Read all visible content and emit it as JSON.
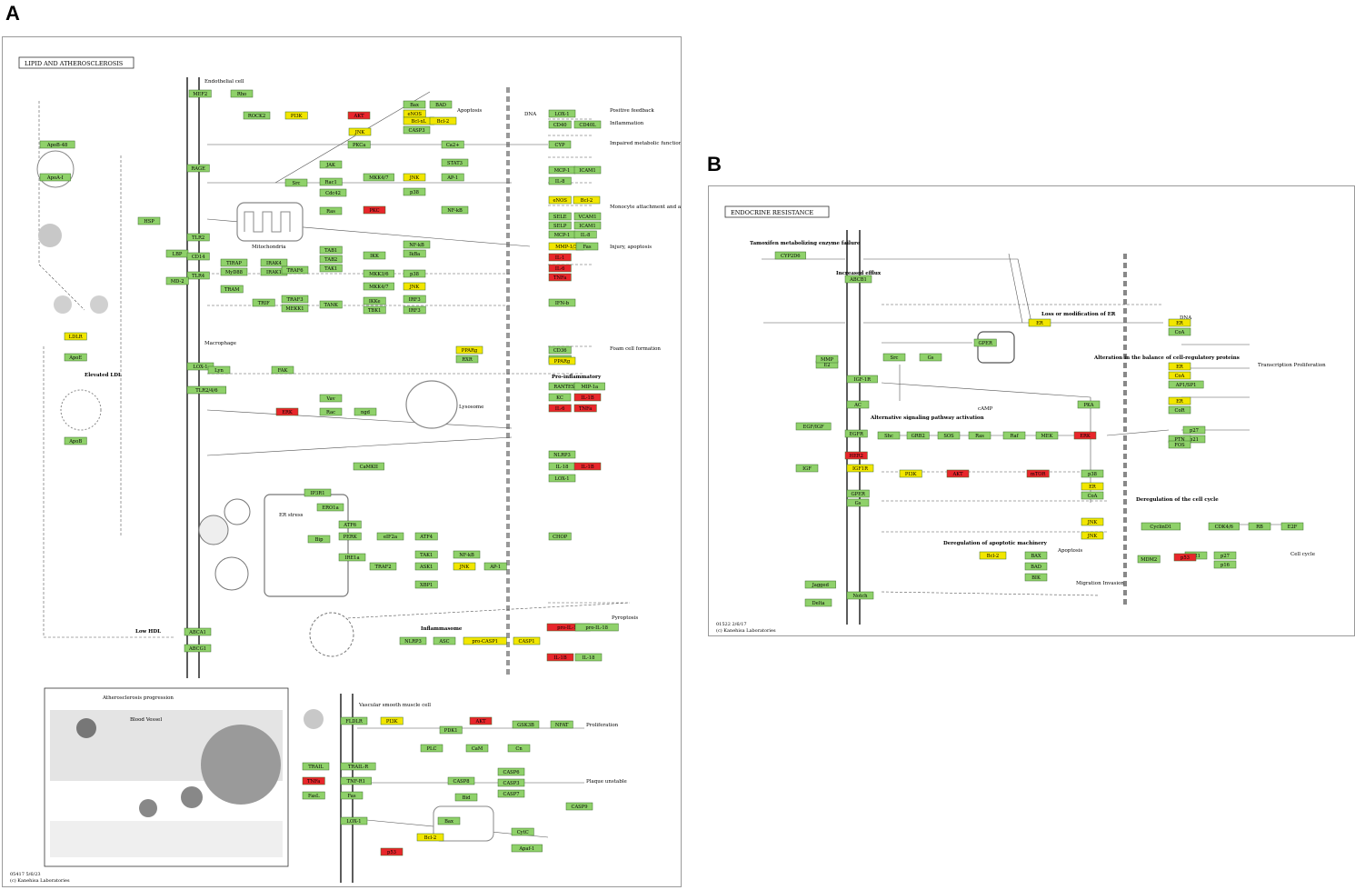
{
  "panels": {
    "a_letter": "A",
    "b_letter": "B"
  },
  "pathway_a": {
    "title": "LIPID AND ATHEROSCLEROSIS",
    "footer_id": "05417 5/6/23",
    "footer_copyright": "(c) Kanehisa Laboratories",
    "labels": {
      "endothelial": "Endothelial cell",
      "macrophage": "Macrophage",
      "vsmc": "Vascular smooth muscle cell",
      "foam_cell_formation": "Foam cell formation",
      "positive_feedback": "Positive feedback",
      "inflammation": "Inflammation",
      "impaired": "Impaired metabolic function",
      "injury_apoptosis": "Injury, apoptosis",
      "monocyte": "Monocyte attachment and activation",
      "pro_inflammatory": "Pro-inflammatory",
      "apoptosis": "Apoptosis",
      "mitochondria": "Mitochondria",
      "lysosome": "Lysosome",
      "er_stress": "ER stress",
      "low_hdl": "Low HDL",
      "elevated_ldl": "Elevated LDL",
      "athero": "Atherosclerosis progression",
      "blood_vessel": "Blood Vessel",
      "proliferation": "Proliferation",
      "plaque": "Plaque unstable",
      "inflammasome": "Inflammasome",
      "pyroptosis": "Pyroptosis",
      "dna": "DNA"
    },
    "nodes": [
      {
        "t": "MEF2",
        "c": "g"
      },
      {
        "t": "Rho",
        "c": "g"
      },
      {
        "t": "ROCK2",
        "c": "g"
      },
      {
        "t": "PI3K",
        "c": "y"
      },
      {
        "t": "AKT",
        "c": "r"
      },
      {
        "t": "eNOS",
        "c": "y"
      },
      {
        "t": "Bax",
        "c": "g"
      },
      {
        "t": "BAD",
        "c": "g"
      },
      {
        "t": "Bcl-xL",
        "c": "y"
      },
      {
        "t": "Bcl-2",
        "c": "y"
      },
      {
        "t": "JNK",
        "c": "y"
      },
      {
        "t": "CASP3",
        "c": "g"
      },
      {
        "t": "LOX-1",
        "c": "g"
      },
      {
        "t": "CD40",
        "c": "g"
      },
      {
        "t": "CD40L",
        "c": "g"
      },
      {
        "t": "PKCa",
        "c": "g"
      },
      {
        "t": "Ca2+",
        "c": "g"
      },
      {
        "t": "CYP",
        "c": "g"
      },
      {
        "t": "RAGE",
        "c": "g"
      },
      {
        "t": "JAK",
        "c": "g"
      },
      {
        "t": "STAT3",
        "c": "g"
      },
      {
        "t": "MCP-1",
        "c": "g"
      },
      {
        "t": "ICAM1",
        "c": "g"
      },
      {
        "t": "IL-8",
        "c": "g"
      },
      {
        "t": "MKK4/7",
        "c": "g"
      },
      {
        "t": "JNK",
        "c": "y"
      },
      {
        "t": "AP-1",
        "c": "g"
      },
      {
        "t": "p38",
        "c": "g"
      },
      {
        "t": "Src",
        "c": "g"
      },
      {
        "t": "Rac1",
        "c": "g"
      },
      {
        "t": "Cdc42",
        "c": "g"
      },
      {
        "t": "Ras",
        "c": "g"
      },
      {
        "t": "PKC",
        "c": "r"
      },
      {
        "t": "NF-kB",
        "c": "g"
      },
      {
        "t": "eNOS",
        "c": "y"
      },
      {
        "t": "Bcl-2",
        "c": "y"
      },
      {
        "t": "SELE",
        "c": "g"
      },
      {
        "t": "VCAM1",
        "c": "g"
      },
      {
        "t": "SELP",
        "c": "g"
      },
      {
        "t": "ICAM1",
        "c": "g"
      },
      {
        "t": "MCP-1",
        "c": "g"
      },
      {
        "t": "IL-8",
        "c": "g"
      },
      {
        "t": "MMP-1/3",
        "c": "y"
      },
      {
        "t": "Fas",
        "c": "g"
      },
      {
        "t": "IL-1",
        "c": "r"
      },
      {
        "t": "IL-6",
        "c": "r"
      },
      {
        "t": "TNFa",
        "c": "r"
      },
      {
        "t": "HSP",
        "c": "g"
      },
      {
        "t": "TLR2",
        "c": "g"
      },
      {
        "t": "LBP",
        "c": "g"
      },
      {
        "t": "CD14",
        "c": "g"
      },
      {
        "t": "TLR4",
        "c": "g"
      },
      {
        "t": "MD-2",
        "c": "g"
      },
      {
        "t": "TIRAP",
        "c": "g"
      },
      {
        "t": "MyD88",
        "c": "g"
      },
      {
        "t": "IRAK4",
        "c": "g"
      },
      {
        "t": "IRAK1",
        "c": "g"
      },
      {
        "t": "TRAF6",
        "c": "g"
      },
      {
        "t": "TAB1",
        "c": "g"
      },
      {
        "t": "TAB2",
        "c": "g"
      },
      {
        "t": "TAK1",
        "c": "g"
      },
      {
        "t": "IKK",
        "c": "g"
      },
      {
        "t": "IkBa",
        "c": "g"
      },
      {
        "t": "NF-kB",
        "c": "g"
      },
      {
        "t": "MKK3/6",
        "c": "g"
      },
      {
        "t": "p38",
        "c": "g"
      },
      {
        "t": "MKK4/7",
        "c": "g"
      },
      {
        "t": "JNK",
        "c": "y"
      },
      {
        "t": "TRAM",
        "c": "g"
      },
      {
        "t": "TRIF",
        "c": "g"
      },
      {
        "t": "TRAF3",
        "c": "g"
      },
      {
        "t": "MEKK1",
        "c": "g"
      },
      {
        "t": "TANK",
        "c": "g"
      },
      {
        "t": "IKKe",
        "c": "g"
      },
      {
        "t": "TBK1",
        "c": "g"
      },
      {
        "t": "IRF3",
        "c": "g"
      },
      {
        "t": "IRF3",
        "c": "g"
      },
      {
        "t": "IFN-b",
        "c": "g"
      },
      {
        "t": "CD36",
        "c": "g"
      },
      {
        "t": "LOX-1",
        "c": "g"
      },
      {
        "t": "TLR2/4/6",
        "c": "g"
      },
      {
        "t": "Lyn",
        "c": "g"
      },
      {
        "t": "FAK",
        "c": "g"
      },
      {
        "t": "PPARg",
        "c": "y"
      },
      {
        "t": "RXR",
        "c": "g"
      },
      {
        "t": "CD36",
        "c": "g"
      },
      {
        "t": "PPARg",
        "c": "y"
      },
      {
        "t": "Vav",
        "c": "g"
      },
      {
        "t": "ERK",
        "c": "r"
      },
      {
        "t": "Rac",
        "c": "g"
      },
      {
        "t": "ngd",
        "c": "g"
      },
      {
        "t": "RANTES",
        "c": "g"
      },
      {
        "t": "MIP-1a",
        "c": "g"
      },
      {
        "t": "KC",
        "c": "g"
      },
      {
        "t": "IL-1B",
        "c": "r"
      },
      {
        "t": "IL-6",
        "c": "r"
      },
      {
        "t": "TNFa",
        "c": "r"
      },
      {
        "t": "NLRP3",
        "c": "g"
      },
      {
        "t": "IL-18",
        "c": "g"
      },
      {
        "t": "IL-1B",
        "c": "r"
      },
      {
        "t": "LOX-1",
        "c": "g"
      },
      {
        "t": "CaMKII",
        "c": "g"
      },
      {
        "t": "IP3R1",
        "c": "g"
      },
      {
        "t": "ERO1a",
        "c": "g"
      },
      {
        "t": "ATF6",
        "c": "g"
      },
      {
        "t": "PERK",
        "c": "g"
      },
      {
        "t": "eIF2a",
        "c": "g"
      },
      {
        "t": "ATF4",
        "c": "g"
      },
      {
        "t": "CHOP",
        "c": "g"
      },
      {
        "t": "Bip",
        "c": "g"
      },
      {
        "t": "IRE1a",
        "c": "g"
      },
      {
        "t": "TRAF2",
        "c": "g"
      },
      {
        "t": "ASK1",
        "c": "g"
      },
      {
        "t": "JNK",
        "c": "y"
      },
      {
        "t": "AP-1",
        "c": "g"
      },
      {
        "t": "TAK1",
        "c": "g"
      },
      {
        "t": "NF-kB",
        "c": "g"
      },
      {
        "t": "XBP1",
        "c": "g"
      },
      {
        "t": "ABCA1",
        "c": "g"
      },
      {
        "t": "ABCG1",
        "c": "g"
      },
      {
        "t": "NLRP3",
        "c": "g"
      },
      {
        "t": "ASC",
        "c": "g"
      },
      {
        "t": "pro-CASP1",
        "c": "y"
      },
      {
        "t": "CASP1",
        "c": "y"
      },
      {
        "t": "pro-IL-1B",
        "c": "r"
      },
      {
        "t": "pro-IL-18",
        "c": "g"
      },
      {
        "t": "IL-1B",
        "c": "r"
      },
      {
        "t": "IL-18",
        "c": "g"
      },
      {
        "t": "FLDLR",
        "c": "g"
      },
      {
        "t": "PI3K",
        "c": "y"
      },
      {
        "t": "AKT",
        "c": "r"
      },
      {
        "t": "PDK1",
        "c": "g"
      },
      {
        "t": "GSK3B",
        "c": "g"
      },
      {
        "t": "NFAT",
        "c": "g"
      },
      {
        "t": "PLC",
        "c": "g"
      },
      {
        "t": "CaM",
        "c": "g"
      },
      {
        "t": "Cn",
        "c": "g"
      },
      {
        "t": "TRAIL",
        "c": "g"
      },
      {
        "t": "TNFa",
        "c": "r"
      },
      {
        "t": "FasL",
        "c": "g"
      },
      {
        "t": "TRAIL-R",
        "c": "g"
      },
      {
        "t": "TNF-R1",
        "c": "g"
      },
      {
        "t": "Fas",
        "c": "g"
      },
      {
        "t": "CASP8",
        "c": "g"
      },
      {
        "t": "CASP6",
        "c": "g"
      },
      {
        "t": "CASP3",
        "c": "g"
      },
      {
        "t": "CASP7",
        "c": "g"
      },
      {
        "t": "Bid",
        "c": "g"
      },
      {
        "t": "LOX-1",
        "c": "g"
      },
      {
        "t": "Bax",
        "c": "g"
      },
      {
        "t": "Bcl-2",
        "c": "y"
      },
      {
        "t": "p53",
        "c": "r"
      },
      {
        "t": "CytC",
        "c": "g"
      },
      {
        "t": "Apaf-1",
        "c": "g"
      },
      {
        "t": "CASP9",
        "c": "g"
      },
      {
        "t": "ApoB-48",
        "c": "g"
      },
      {
        "t": "ApoA-I",
        "c": "g"
      },
      {
        "t": "LDLR",
        "c": "y"
      },
      {
        "t": "ApoE",
        "c": "g"
      },
      {
        "t": "ApoB",
        "c": "g"
      }
    ]
  },
  "pathway_b": {
    "title": "ENDOCRINE RESISTANCE",
    "footer_id": "01522 2/6/17",
    "footer_copyright": "(c) Kanehisa Laboratories",
    "labels": {
      "tamoxifen_title": "Tamoxifen metabolizing enzyme failure",
      "increased_efflux": "Increased efflux",
      "loss_er": "Loss or modification of ER",
      "alternative_signaling": "Alternative signaling pathway activation",
      "alteration_cell_cycle": "Alteration in the balance of cell-regulatory proteins",
      "deregulation_apoptotic": "Deregulation of apoptotic machinery",
      "deregulation_cell_cycle": "Deregulation of the cell cycle",
      "transcription": "Transcription Proliferation",
      "dna": "DNA",
      "apoptosis": "Apoptosis",
      "cell_cycle": "Cell cycle",
      "migration": "Migration Invasion",
      "camp": "cAMP"
    },
    "nodes": [
      {
        "t": "CYP2D6",
        "c": "g"
      },
      {
        "t": "ABCB1",
        "c": "g"
      },
      {
        "t": "ER",
        "c": "y"
      },
      {
        "t": "GPER",
        "c": "g"
      },
      {
        "t": "ER",
        "c": "y"
      },
      {
        "t": "CoA",
        "c": "g"
      },
      {
        "t": "ER",
        "c": "y"
      },
      {
        "t": "CoA",
        "c": "y"
      },
      {
        "t": "AP1/SP1",
        "c": "g"
      },
      {
        "t": "ER",
        "c": "y"
      },
      {
        "t": "CoR",
        "c": "g"
      },
      {
        "t": "E2",
        "c": "g"
      },
      {
        "t": "MMP",
        "c": "g"
      },
      {
        "t": "Src",
        "c": "g"
      },
      {
        "t": "Gs",
        "c": "g"
      },
      {
        "t": "IGF-1R",
        "c": "g"
      },
      {
        "t": "AC",
        "c": "g"
      },
      {
        "t": "PKA",
        "c": "g"
      },
      {
        "t": "EGF/IGF",
        "c": "g"
      },
      {
        "t": "EGFR",
        "c": "g"
      },
      {
        "t": "Shc",
        "c": "g"
      },
      {
        "t": "GRB2",
        "c": "g"
      },
      {
        "t": "SOS",
        "c": "g"
      },
      {
        "t": "Ras",
        "c": "g"
      },
      {
        "t": "Raf",
        "c": "g"
      },
      {
        "t": "MEK",
        "c": "g"
      },
      {
        "t": "ERK",
        "c": "r"
      },
      {
        "t": "HER2",
        "c": "r"
      },
      {
        "t": "IGF",
        "c": "g"
      },
      {
        "t": "IGF1R",
        "c": "y"
      },
      {
        "t": "PI3K",
        "c": "y"
      },
      {
        "t": "AKT",
        "c": "r"
      },
      {
        "t": "mTOR",
        "c": "r"
      },
      {
        "t": "p38",
        "c": "g"
      },
      {
        "t": "ER",
        "c": "y"
      },
      {
        "t": "CoA",
        "c": "g"
      },
      {
        "t": "JNK",
        "c": "y"
      },
      {
        "t": "JNK",
        "c": "y"
      },
      {
        "t": "GPER",
        "c": "g"
      },
      {
        "t": "Gs",
        "c": "g"
      },
      {
        "t": "Bcl-2",
        "c": "y"
      },
      {
        "t": "BAX",
        "c": "g"
      },
      {
        "t": "BAD",
        "c": "g"
      },
      {
        "t": "BIK",
        "c": "g"
      },
      {
        "t": "Jagged",
        "c": "g"
      },
      {
        "t": "Delta",
        "c": "g"
      },
      {
        "t": "Notch",
        "c": "g"
      },
      {
        "t": "CyclinD1",
        "c": "g"
      },
      {
        "t": "CDK4/6",
        "c": "g"
      },
      {
        "t": "RB",
        "c": "g"
      },
      {
        "t": "E2F",
        "c": "g"
      },
      {
        "t": "p21",
        "c": "g"
      },
      {
        "t": "p27",
        "c": "g"
      },
      {
        "t": "p16",
        "c": "g"
      },
      {
        "t": "p53",
        "c": "r"
      },
      {
        "t": "MDM2",
        "c": "g"
      },
      {
        "t": "p21",
        "c": "g"
      },
      {
        "t": "p27",
        "c": "g"
      },
      {
        "t": "PTN",
        "c": "g"
      },
      {
        "t": "FOS",
        "c": "g"
      }
    ]
  },
  "colors": {
    "up_red": "#e8262b",
    "mid_yellow": "#f2e600",
    "base_green": "#8fd16a",
    "border": "#3b6e2a"
  }
}
